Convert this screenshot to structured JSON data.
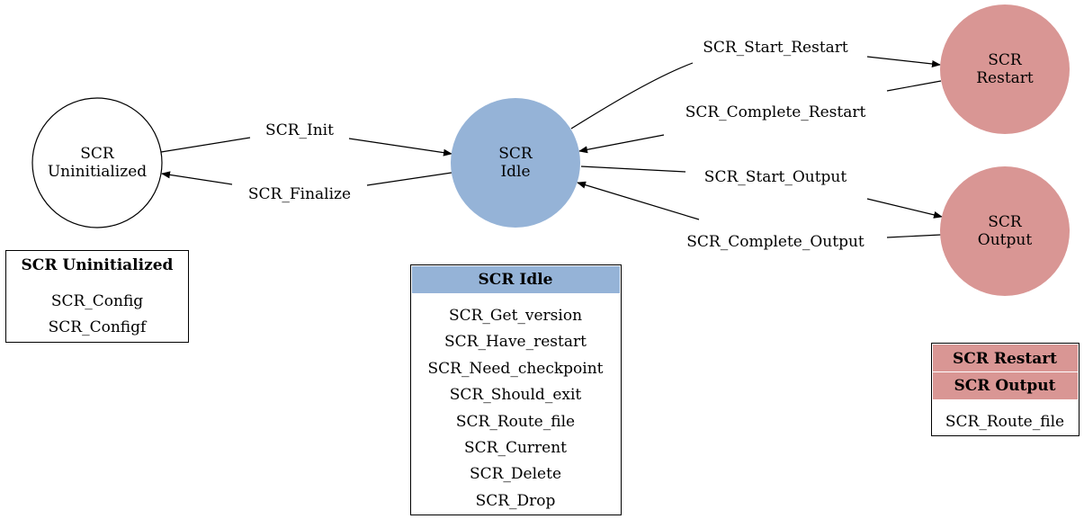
{
  "colors": {
    "idle": "#95b3d7",
    "restart_output": "#d99694",
    "uninitialized": "#ffffff",
    "stroke": "#000000"
  },
  "nodes": {
    "uninitialized": {
      "line1": "SCR",
      "line2": "Uninitialized"
    },
    "idle": {
      "line1": "SCR",
      "line2": "Idle"
    },
    "restart": {
      "line1": "SCR",
      "line2": "Restart"
    },
    "output": {
      "line1": "SCR",
      "line2": "Output"
    }
  },
  "edges": {
    "init": "SCR_Init",
    "finalize": "SCR_Finalize",
    "start_restart": "SCR_Start_Restart",
    "complete_restart": "SCR_Complete_Restart",
    "start_output": "SCR_Start_Output",
    "complete_output": "SCR_Complete_Output"
  },
  "boxes": {
    "uninitialized": {
      "title": "SCR Uninitialized",
      "items": [
        "SCR_Config",
        "SCR_Configf"
      ]
    },
    "idle": {
      "title": "SCR Idle",
      "items": [
        "SCR_Get_version",
        "SCR_Have_restart",
        "SCR_Need_checkpoint",
        "SCR_Should_exit",
        "SCR_Route_file",
        "SCR_Current",
        "SCR_Delete",
        "SCR_Drop"
      ]
    },
    "restart_output": {
      "title1": "SCR Restart",
      "title2": "SCR Output",
      "items": [
        "SCR_Route_file"
      ]
    }
  }
}
